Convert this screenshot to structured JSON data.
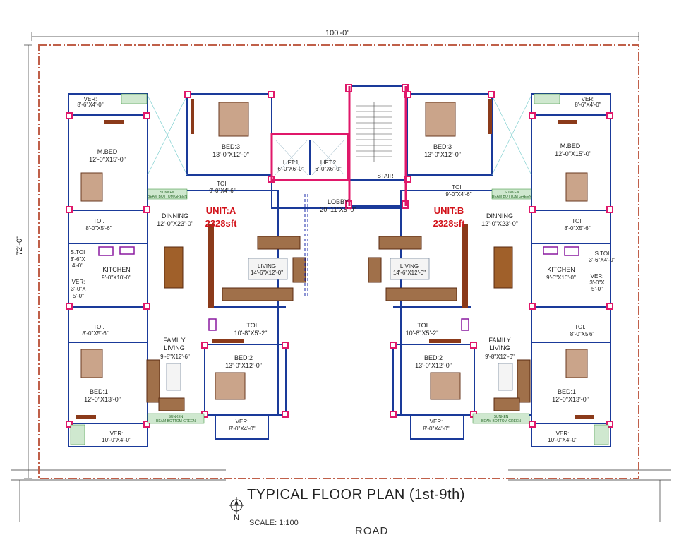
{
  "dimensions": {
    "width": "100'-0\"",
    "height": "72'-0\""
  },
  "title": "TYPICAL  FLOOR PLAN (1st-9th)",
  "scale": "SCALE: 1:100",
  "road": "ROAD",
  "north": "N",
  "core": {
    "lift1": {
      "name": "LIFT:1",
      "size": "6'-0\"X6'-0\""
    },
    "lift2": {
      "name": "LIFT:2",
      "size": "6'-0\"X6'-0\""
    },
    "stair": "STAIR",
    "lobby": {
      "name": "LOBBY",
      "size": "20'-11\"X5'-0\""
    }
  },
  "sunken": {
    "line1": "SUNKEN",
    "line2": "BEAM BOTTOM GREEN"
  },
  "unit_a": {
    "name": "UNIT:A",
    "area": "2328sft",
    "ver_top": {
      "name": "VER:",
      "size": "8'-6\"X4'-0\""
    },
    "mbed": {
      "name": "M.BED",
      "size": "12'-0\"X15'-0\""
    },
    "toi_mbed": {
      "name": "TOI.",
      "size": "8'-0\"X5'-6\""
    },
    "stoi": {
      "name": "S.TOI",
      "size1": "3'-6\"X",
      "size2": "4'-0\""
    },
    "kitchen": {
      "name": "KITCHEN",
      "size": "9'-0\"X10'-0\""
    },
    "ver_kitchen": {
      "name": "VER:",
      "size1": "3'-0\"X",
      "size2": "5'-0\""
    },
    "toi_bed1": {
      "name": "TOI.",
      "size": "8'-0\"X5'-6\""
    },
    "bed1": {
      "name": "BED:1",
      "size": "12'-0\"X13'-0\""
    },
    "ver_bottom": {
      "name": "VER:",
      "size": "10'-0\"X4'-0\""
    },
    "bed3": {
      "name": "BED:3",
      "size": "13'-0\"X12'-0\""
    },
    "toi_bed3": {
      "name": "TOI.",
      "size": "9'-0\"X4'-6\""
    },
    "dinning": {
      "name": "DINNING",
      "size": "12'-0\"X23'-0\""
    },
    "living": {
      "name": "LIVING",
      "size": "14'-6\"X12'-0\""
    },
    "toi_bed2": {
      "name": "TOI.",
      "size": "10'-8\"X5'-2\""
    },
    "family": {
      "name1": "FAMILY",
      "name2": "LIVING",
      "size": "9'-8\"X12'-6\""
    },
    "bed2": {
      "name": "BED:2",
      "size": "13'-0\"X12'-0\""
    },
    "ver_bed2": {
      "name": "VER:",
      "size": "8'-0\"X4'-0\""
    }
  },
  "unit_b": {
    "name": "UNIT:B",
    "area": "2328sft",
    "ver_top": {
      "name": "VER:",
      "size": "8'-6\"X4'-0\""
    },
    "mbed": {
      "name": "M.BED",
      "size": "12'-0\"X15'-0\""
    },
    "toi_mbed": {
      "name": "TOI.",
      "size": "8'-0\"X5'-6\""
    },
    "stoi": {
      "name": "S.TOI",
      "size": "3'-6\"X4'-0\""
    },
    "kitchen": {
      "name": "KITCHEN",
      "size": "9'-0\"X10'-0\""
    },
    "ver_kitchen": {
      "name": "VER:",
      "size1": "3'-0\"X",
      "size2": "5'-0\""
    },
    "toi_bed1": {
      "name": "TOI.",
      "size": "8'-0\"X5'6\""
    },
    "bed1": {
      "name": "BED:1",
      "size": "12'-0\"X13'-0\""
    },
    "ver_bottom": {
      "name": "VER:",
      "size": "10'-0\"X4'-0\""
    },
    "bed3": {
      "name": "BED:3",
      "size": "13'-0\"X12'-0\""
    },
    "toi_bed3": {
      "name": "TOI.",
      "size": "9'-0\"X4'-6\""
    },
    "dinning": {
      "name": "DINNING",
      "size": "12'-0\"X23'-0\""
    },
    "living": {
      "name": "LIVING",
      "size": "14'-6\"X12'-0\""
    },
    "toi_bed2": {
      "name": "TOI.",
      "size": "10'-8\"X5'-2\""
    },
    "family": {
      "name1": "FAMILY",
      "name2": "LIVING",
      "size": "9'-8\"X12'-6\""
    },
    "bed2": {
      "name": "BED:2",
      "size": "13'-0\"X12'-0\""
    },
    "ver_bed2": {
      "name": "VER:",
      "size": "8'-0\"X4'-0\""
    }
  },
  "colors": {
    "wall": "#1a3a9a",
    "column": "#e0186a",
    "plot": "#c0604a",
    "wood": "#8b3a1a",
    "furniture": "#8a4a30",
    "label_red": "#d2121a"
  }
}
